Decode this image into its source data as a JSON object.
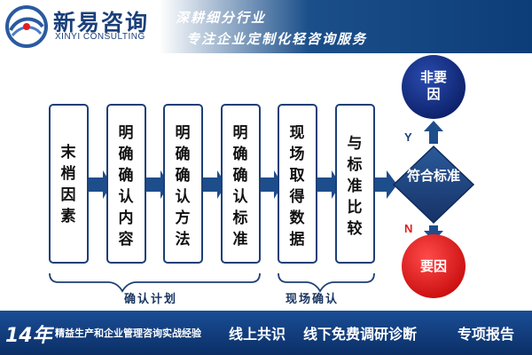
{
  "header": {
    "company_name": "新易咨询",
    "company_name_en": "XINYI CONSULTING",
    "slogan_1": "深耕细分行业",
    "slogan_2": "专注企业定制化轻咨询服务"
  },
  "diagram": {
    "steps": [
      {
        "label": "末梢因素"
      },
      {
        "label": "明确确认内容"
      },
      {
        "label": "明确确认方法"
      },
      {
        "label": "明确确认标准"
      },
      {
        "label": "现场取得数据"
      },
      {
        "label": "与标准比较"
      }
    ],
    "decision": {
      "label": "符合标准"
    },
    "outcome_yes": {
      "label": "非要因",
      "branch": "Y"
    },
    "outcome_no": {
      "label": "要因",
      "branch": "N"
    },
    "phases": [
      {
        "label": "确认计划"
      },
      {
        "label": "现场确认"
      }
    ],
    "colors": {
      "step_fill": "#ffffff",
      "step_border": "#1d3f76",
      "arrow": "#1e4d8c",
      "decision": "#1c3d73",
      "non_cause": "#0f2a78",
      "cause": "#e81616",
      "n_label": "#e11b1b",
      "y_label": "#1d3f76"
    }
  },
  "footer": {
    "years": "14年",
    "experience": "精益生产和企业管理咨询实战经验",
    "service_1": "线上共识",
    "service_2": "线下免费调研诊断",
    "service_3": "专项报告"
  }
}
